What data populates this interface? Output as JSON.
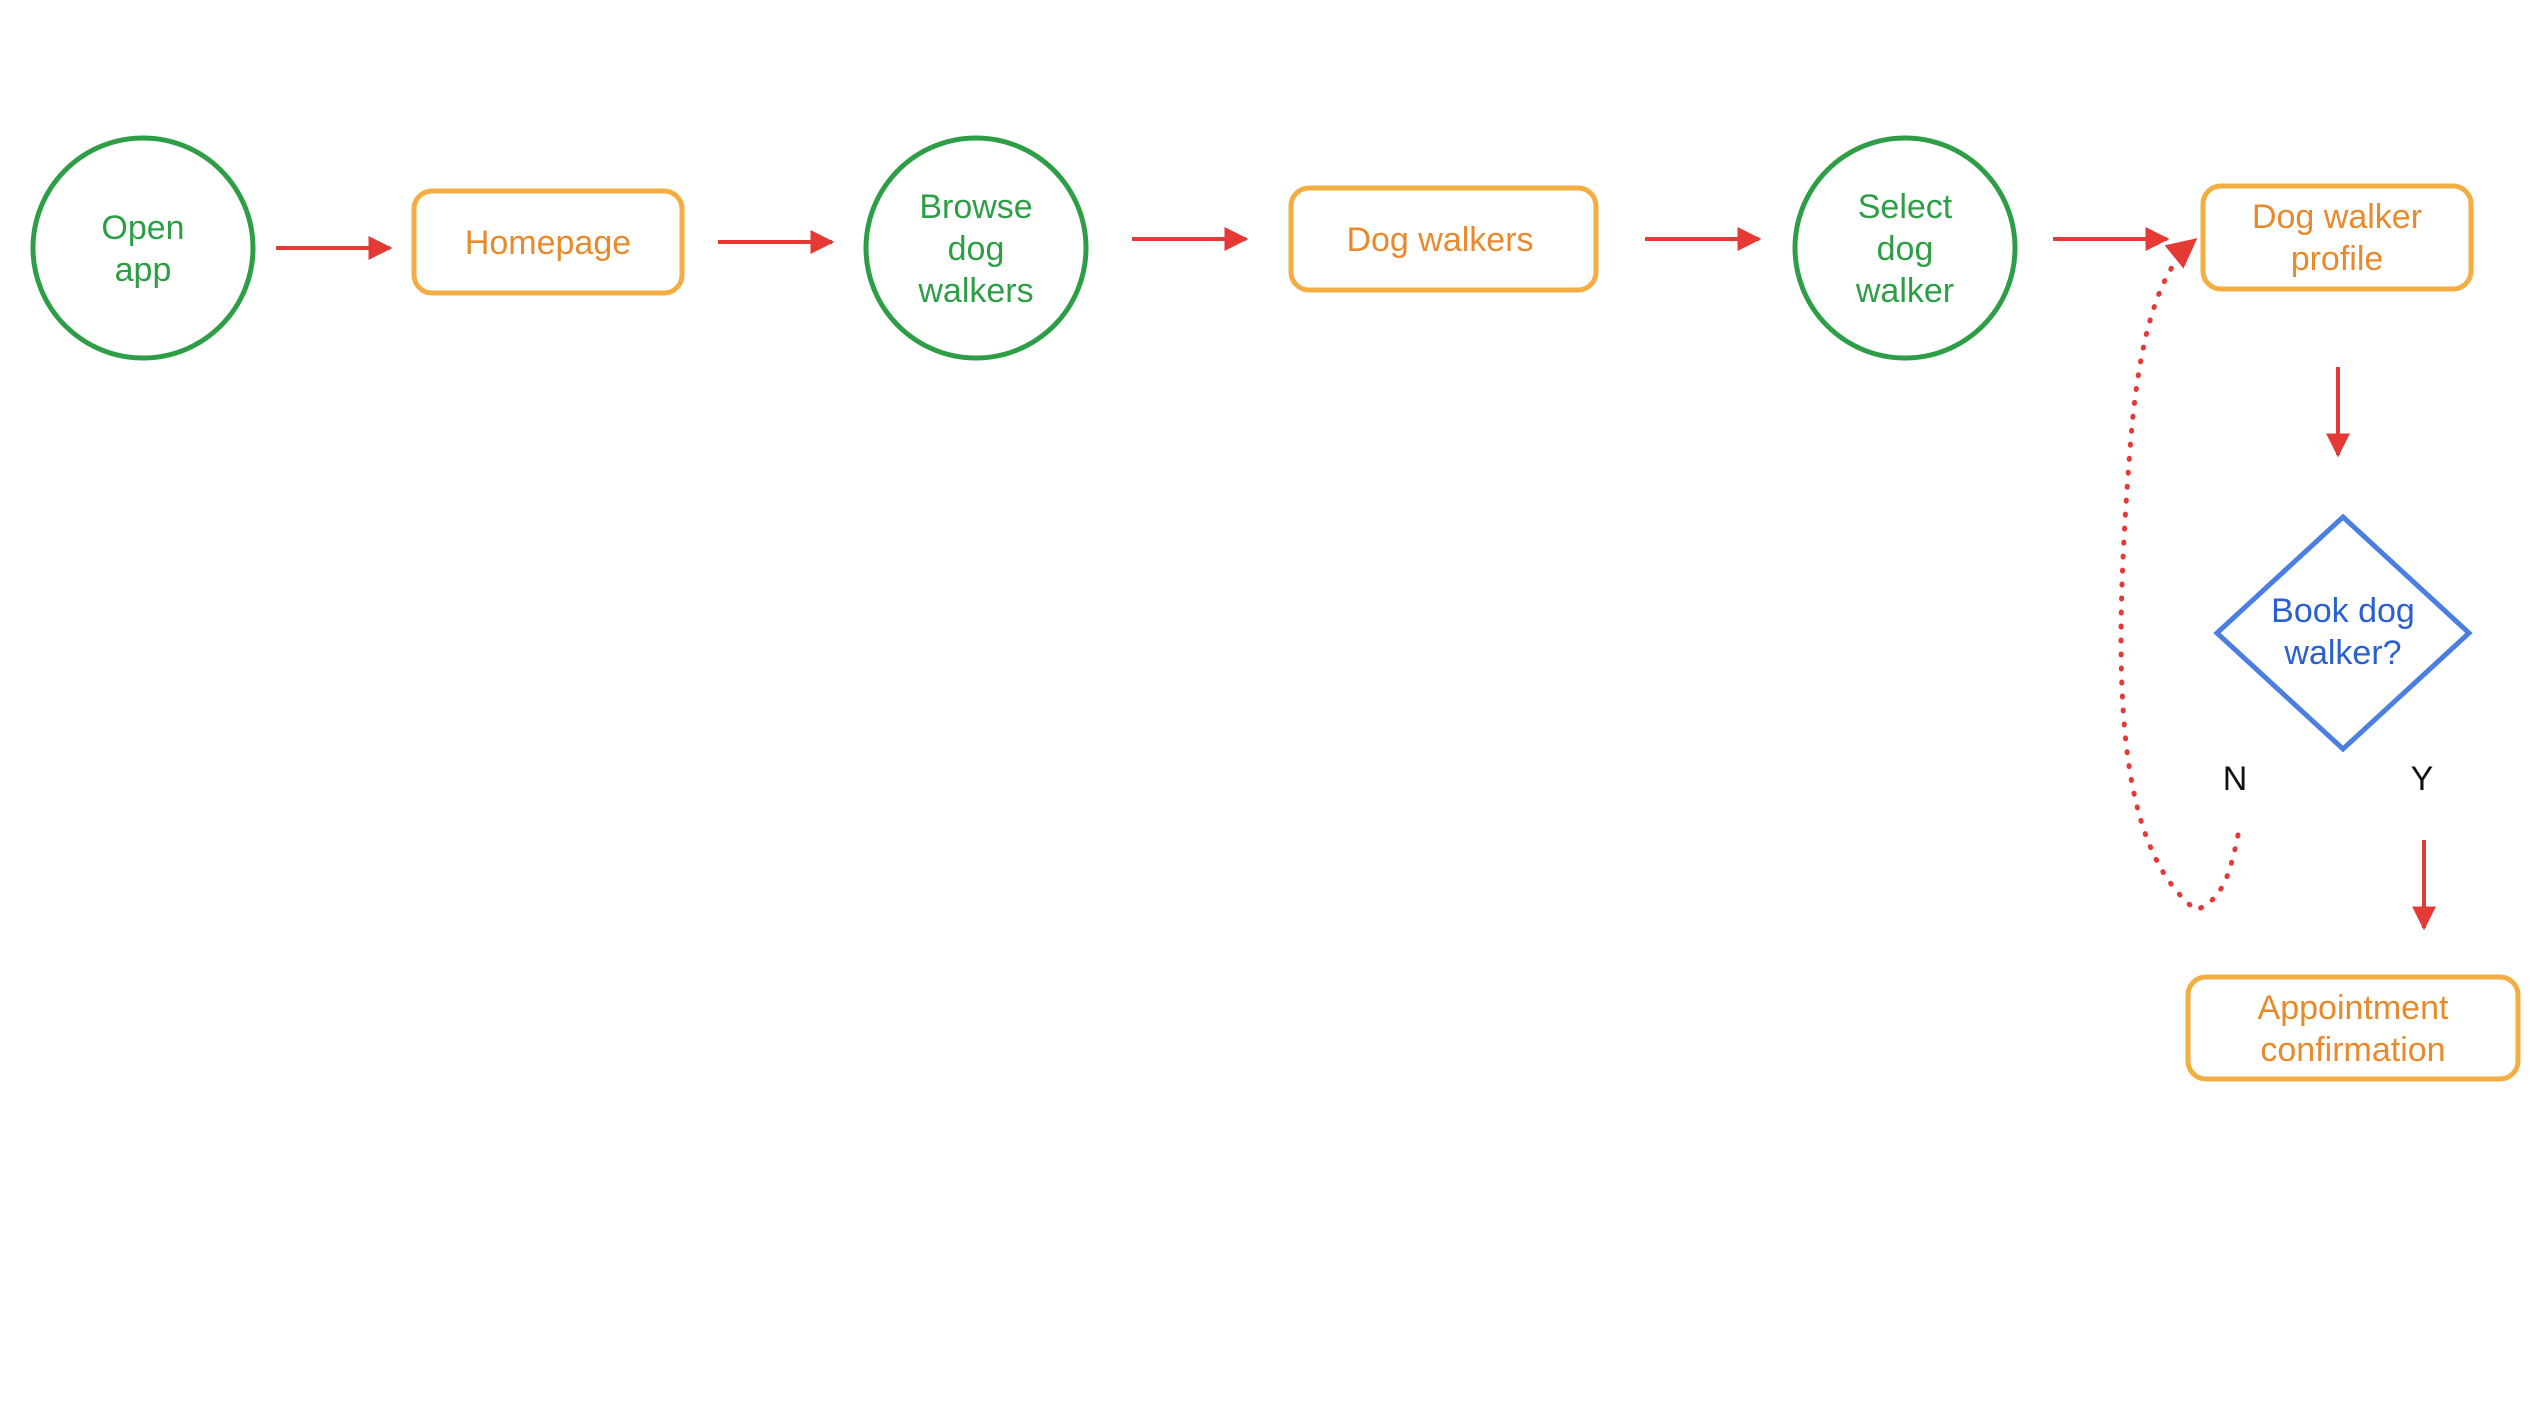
{
  "colors": {
    "action": "#2e9e46",
    "screen": "#f3ad40",
    "screen_text": "#e88a2c",
    "decision": "#4a7ee0",
    "decision_text": "#2a5fcf",
    "arrow": "#e53935",
    "label": "#111111"
  },
  "nodes": {
    "open_app": "Open\napp",
    "homepage": "Homepage",
    "browse": "Browse\ndog\nwalkers",
    "dog_walkers": "Dog walkers",
    "select": "Select\ndog\nwalker",
    "profile": "Dog walker\nprofile",
    "decision": "Book dog\nwalker?",
    "confirmation": "Appointment\nconfirmation"
  },
  "branches": {
    "no": "N",
    "yes": "Y"
  }
}
